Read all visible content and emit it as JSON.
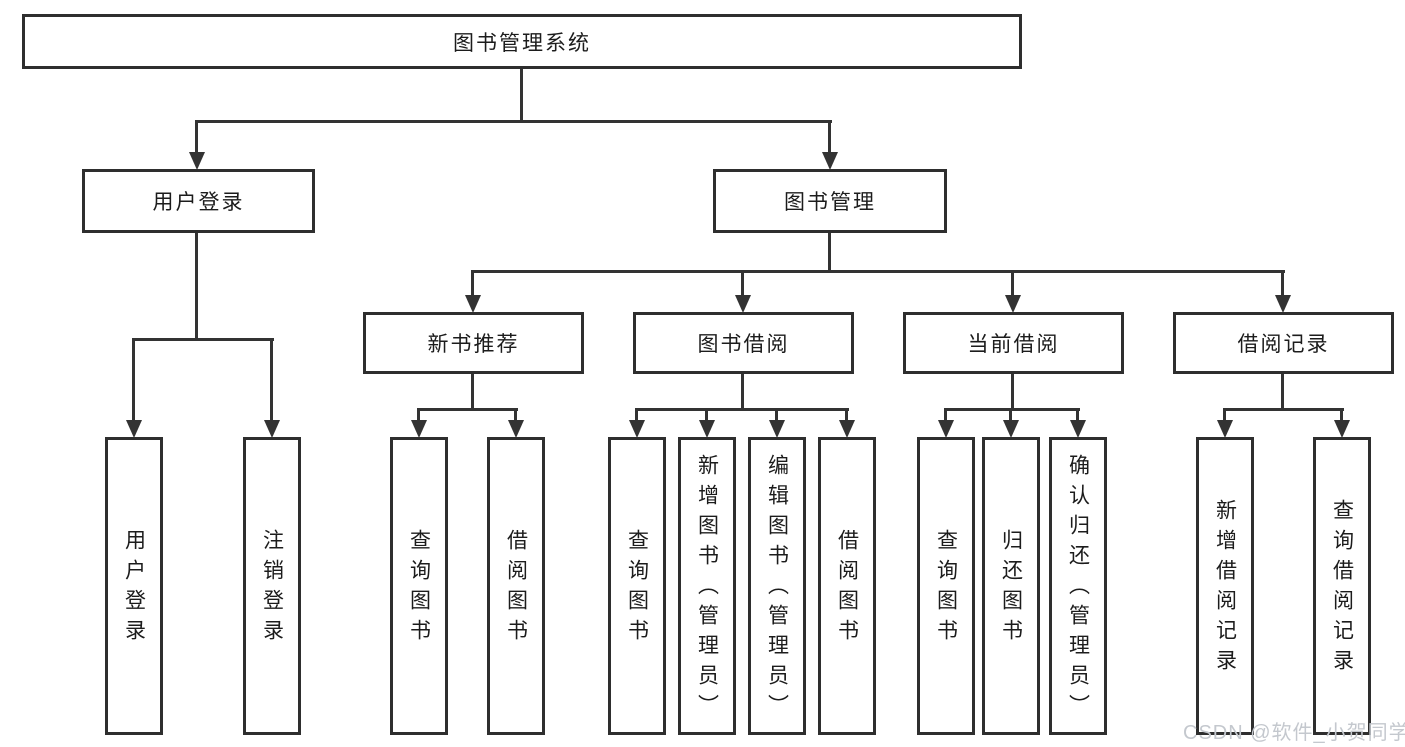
{
  "diagram": {
    "root": {
      "label": "图书管理系统"
    },
    "level2": [
      {
        "label": "用户登录",
        "children": [
          {
            "label": "用户登录"
          },
          {
            "label": "注销登录"
          }
        ]
      },
      {
        "label": "图书管理",
        "children": [
          {
            "label": "新书推荐",
            "children": [
              {
                "label": "查询图书"
              },
              {
                "label": "借阅图书"
              }
            ]
          },
          {
            "label": "图书借阅",
            "children": [
              {
                "label": "查询图书"
              },
              {
                "label": "新增图书（管理员）"
              },
              {
                "label": "编辑图书（管理员）"
              },
              {
                "label": "借阅图书"
              }
            ]
          },
          {
            "label": "当前借阅",
            "children": [
              {
                "label": "查询图书"
              },
              {
                "label": "归还图书"
              },
              {
                "label": "确认归还（管理员）"
              }
            ]
          },
          {
            "label": "借阅记录",
            "children": [
              {
                "label": "新增借阅记录"
              },
              {
                "label": "查询借阅记录"
              }
            ]
          }
        ]
      }
    ],
    "watermark": "CSDN @软件_小贺同学"
  }
}
